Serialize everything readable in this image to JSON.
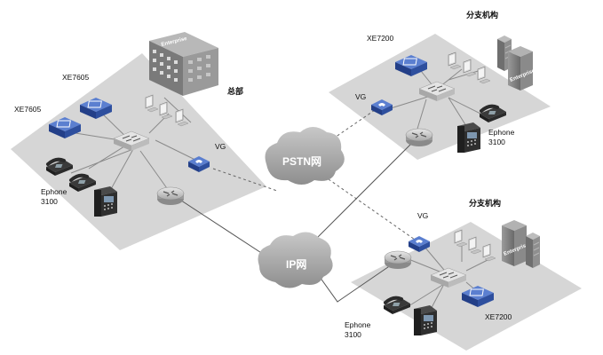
{
  "headquarters": {
    "building_sign": "Enterprise",
    "building_label": "总部",
    "xe_top_label": "XE7605",
    "xe_left_label": "XE7605",
    "vg_label": "VG",
    "ephone_label_line1": "Ephone",
    "ephone_label_line2": "3100"
  },
  "branch_top": {
    "title": "分支机构",
    "xe_label": "XE7200",
    "vg_label": "VG",
    "ephone_label_line1": "Ephone",
    "ephone_label_line2": "3100",
    "building_sign": "Enterprise"
  },
  "branch_bottom": {
    "title": "分支机构",
    "xe_label": "XE7200",
    "vg_label": "VG",
    "ephone_label_line1": "Ephone",
    "ephone_label_line2": "3100",
    "building_sign": "Enterprise"
  },
  "clouds": {
    "pstn_label": "PSTN网",
    "ip_label": "IP网"
  },
  "colors": {
    "platform": "#d6d6d6",
    "device_blue": "#2e4f9e",
    "cloud": "#a9a9a9",
    "building": "#8c8c8c"
  }
}
